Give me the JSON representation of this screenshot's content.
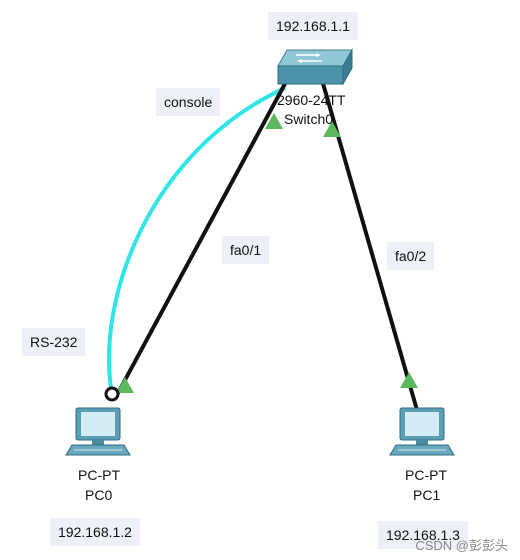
{
  "devices": {
    "switch": {
      "model": "2960-24TT",
      "name": "Switch0",
      "ip": "192.168.1.1"
    },
    "pc0": {
      "model": "PC-PT",
      "name": "PC0",
      "ip": "192.168.1.2"
    },
    "pc1": {
      "model": "PC-PT",
      "name": "PC1",
      "ip": "192.168.1.3"
    }
  },
  "links": {
    "console": "console",
    "rs232": "RS-232",
    "fa01": "fa0/1",
    "fa02": "fa0/2"
  },
  "colors": {
    "console_cable": "#2ee6e6",
    "ethernet_cable": "#111111",
    "link_up": "#5cb85c",
    "label_bg": "#eef0f8"
  },
  "icons": {
    "switch": "network-switch-icon",
    "pc": "desktop-pc-icon"
  },
  "watermark": "CSDN @彭彭头"
}
